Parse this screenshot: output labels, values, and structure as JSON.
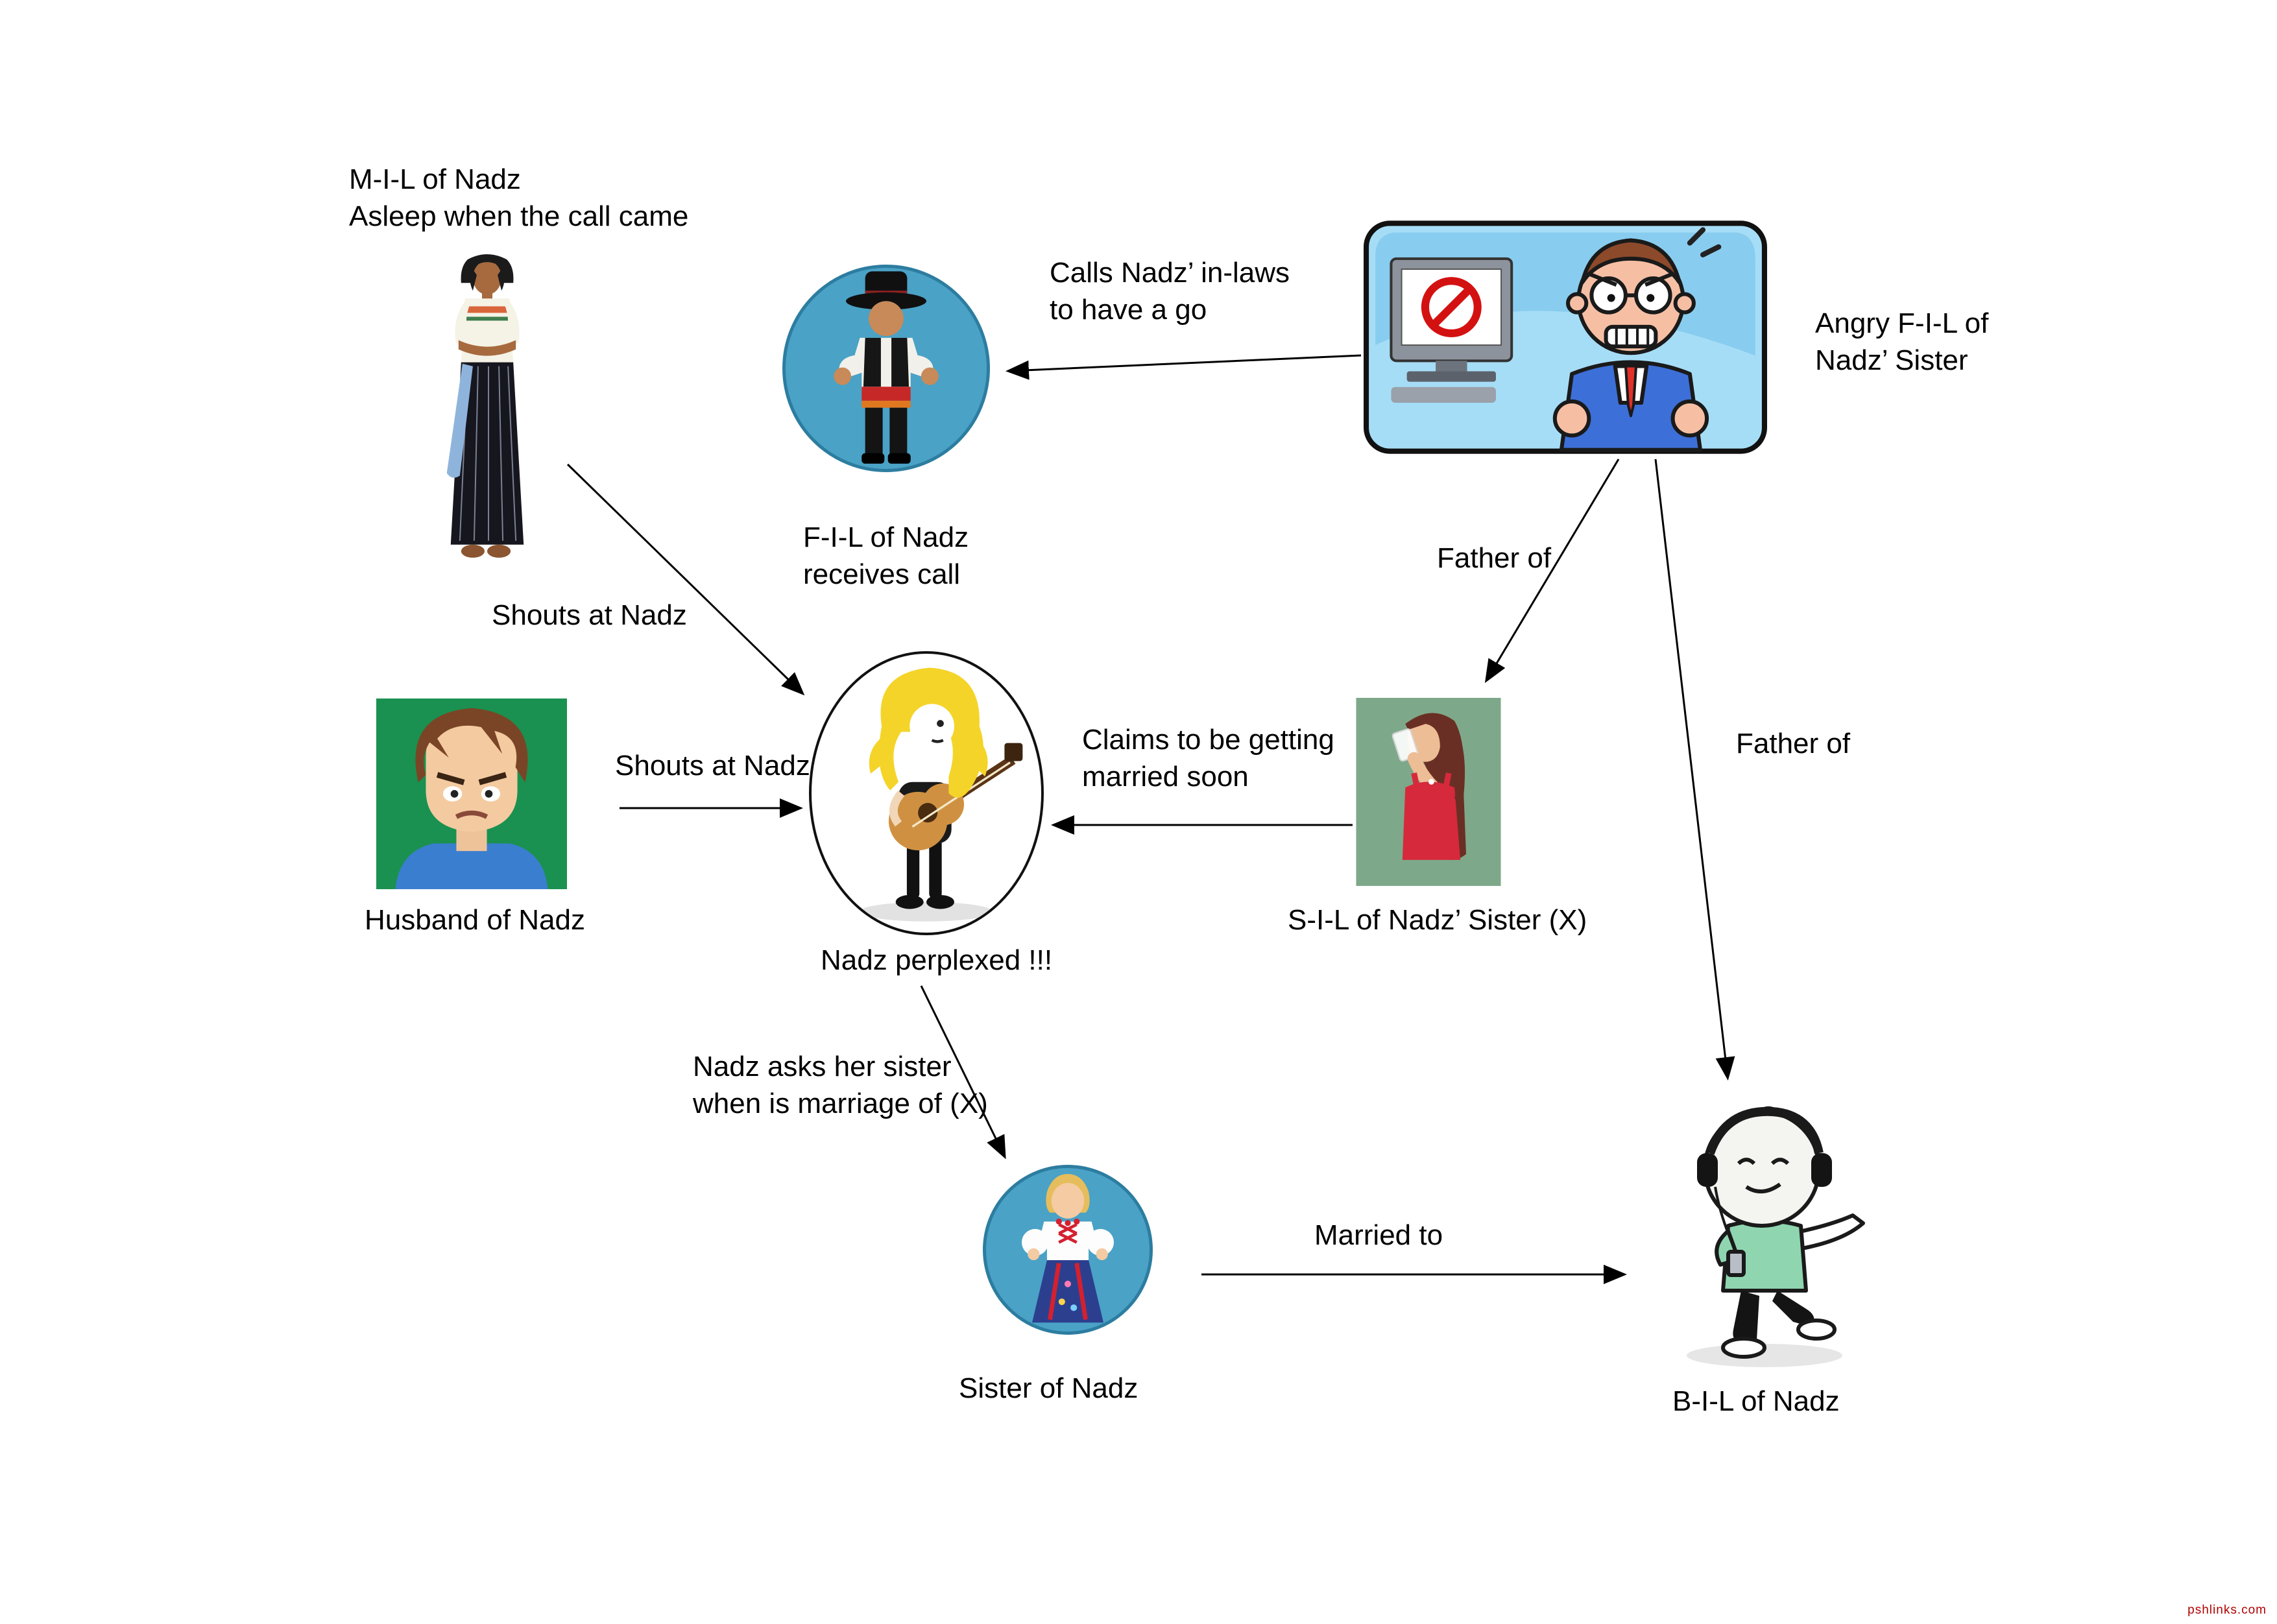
{
  "nodes": {
    "mil": {
      "caption": "M-I-L of Nadz\nAsleep when the call came"
    },
    "fil": {
      "caption": "F-I-L of Nadz\nreceives call"
    },
    "angry_fil": {
      "caption": "Angry F-I-L of\nNadz’ Sister"
    },
    "husband": {
      "caption": "Husband of Nadz"
    },
    "nadz": {
      "caption": "Nadz perplexed !!!"
    },
    "sil": {
      "caption": "S-I-L of Nadz’ Sister (X)"
    },
    "sister": {
      "caption": "Sister of Nadz"
    },
    "bil": {
      "caption": "B-I-L of Nadz"
    }
  },
  "edges": {
    "calls": "Calls Nadz’ in-laws\nto have a go",
    "mil_shouts": "Shouts at Nadz",
    "husband_shouts": "Shouts at Nadz",
    "claims": "Claims to be getting\nmarried soon",
    "father_of_sil": "Father of",
    "father_of_bil": "Father of",
    "asks": "Nadz asks her sister\nwhen is marriage of (X)",
    "married": "Married to"
  },
  "colors": {
    "badge_blue": "#4aa2c6",
    "box_blue": "#a6ddf6",
    "husband_bg": "#1a9150",
    "sil_bg": "#7ea88a",
    "prohibition_red": "#d41111"
  },
  "watermark": "pshlinks.com"
}
